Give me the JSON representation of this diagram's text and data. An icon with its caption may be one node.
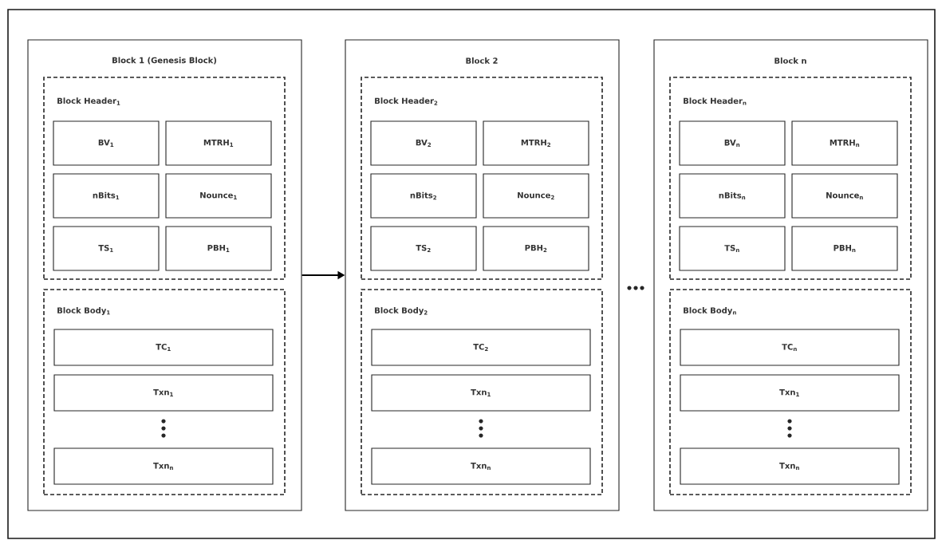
{
  "diagram": {
    "nodes": [
      {
        "text": [
          "Block 1 (Genesis Block)"
        ]
      },
      {
        "text": [
          "Block Header$_{1}$"
        ],
        "in": 0
      },
      {
        "text": [
          "BV$_{1}$"
        ],
        "in": 1
      },
      {
        "text": [
          "MTRH$_{1}$"
        ],
        "in": 1
      },
      {
        "text": [
          "nBits$_{1}$"
        ],
        "in": 1
      },
      {
        "text": [
          "Nounce$_{1}$"
        ],
        "in": 1
      },
      {
        "text": [
          "TS$_{1}$"
        ],
        "in": 1
      },
      {
        "text": [
          "PBH$_{1}$"
        ],
        "in": 1
      },
      {
        "text": [
          "Block Body$_{1}$"
        ],
        "in": 0
      },
      {
        "text": [
          "TC$_{1}$"
        ],
        "in": 8
      },
      {
        "text": [
          "Txn$_{1}$"
        ],
        "in": 8
      },
      {
        "text": [
          "Txn$_{n}$"
        ],
        "in": 8
      },
      {
        "text": [
          "Block 2"
        ]
      },
      {
        "text": [
          "Block Header$_{2}$"
        ],
        "in": 12
      },
      {
        "text": [
          "BV$_{2}$"
        ],
        "in": 13
      },
      {
        "text": [
          "MTRH$_{2}$"
        ],
        "in": 13
      },
      {
        "text": [
          "nBits$_{2}$"
        ],
        "in": 13
      },
      {
        "text": [
          "Nounce$_{2}$"
        ],
        "in": 13
      },
      {
        "text": [
          "TS$_{2}$"
        ],
        "in": 13
      },
      {
        "text": [
          "PBH$_{2}$"
        ],
        "in": 13
      },
      {
        "text": [
          "Block Body$_{2}$"
        ],
        "in": 12
      },
      {
        "text": [
          "TC$_{2}$"
        ],
        "in": 20
      },
      {
        "text": [
          "Txn$_{1}$"
        ],
        "in": 20
      },
      {
        "text": [
          "Txn$_{n}$"
        ],
        "in": 20
      },
      {
        "text": [
          "Block n"
        ]
      },
      {
        "text": [
          "Block Header$_{n}$"
        ],
        "in": 24
      },
      {
        "text": [
          "BV$_{n}$"
        ],
        "in": 25
      },
      {
        "text": [
          "MTRH$_{n}$"
        ],
        "in": 25
      },
      {
        "text": [
          "nBits$_{n}$"
        ],
        "in": 25
      },
      {
        "text": [
          "Nounce$_{n}$"
        ],
        "in": 25
      },
      {
        "text": [
          "TS$_{n}$"
        ],
        "in": 25
      },
      {
        "text": [
          "PBH$_{n}$"
        ],
        "in": 25
      },
      {
        "text": [
          "Block Body$_{n}$"
        ],
        "in": 24
      },
      {
        "text": [
          "TC$_{n}$"
        ],
        "in": 32
      },
      {
        "text": [
          "Txn$_{1}$"
        ],
        "in": 32
      },
      {
        "text": [
          "Txn$_{n}$"
        ],
        "in": 32
      }
    ],
    "edges": [
      {
        "from": 0,
        "to": 12,
        "arrow": "to"
      }
    ]
  }
}
